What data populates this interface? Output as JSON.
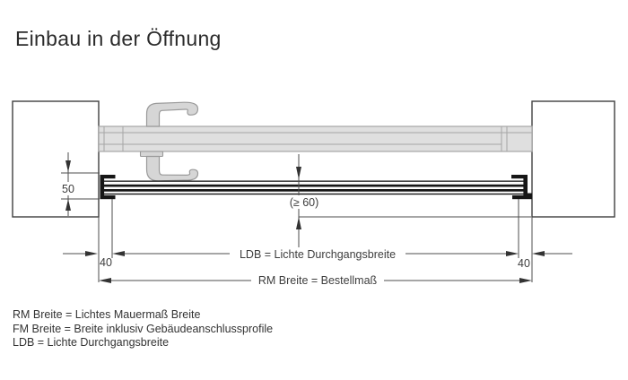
{
  "title": "Einbau in der Öffnung",
  "diagram": {
    "dim_frame_height": "50",
    "dim_min_depth": "(≥ 60)",
    "dim_40_left": "40",
    "dim_40_right": "40",
    "ldb_line_label": "LDB = Lichte Durchgangsbreite",
    "rm_line_label": "RM Breite = Bestellmaß"
  },
  "legend": {
    "items": [
      {
        "text": "RM Breite = Lichtes Mauermaß Breite"
      },
      {
        "text": "FM Breite = Breite inklusiv Gebäudeanschlussprofile"
      },
      {
        "text": "LDB = Lichte Durchgangsbreite"
      }
    ]
  },
  "colors": {
    "ink": "#2e2e2e",
    "dim": "#4d4d4d",
    "wall": "#3f3f3f",
    "profile": "#161616",
    "leaf-fill": "#dfdfdf",
    "leaf-line": "#a6a6a6",
    "handle-fill": "#d6d6d6",
    "handle-line": "#9a9a9a"
  }
}
